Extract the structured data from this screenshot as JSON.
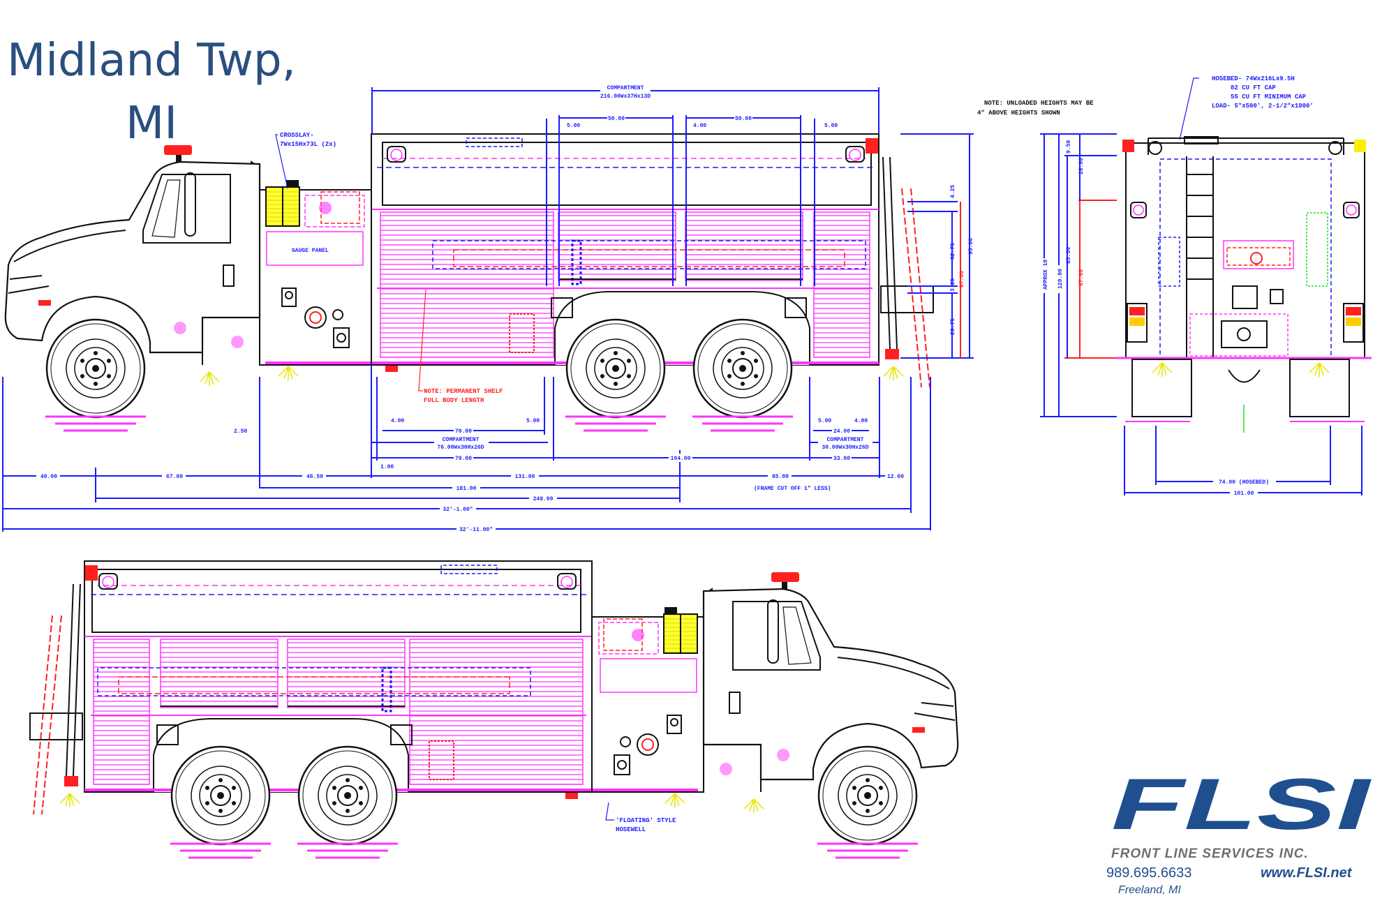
{
  "title": {
    "line1": "Midland Twp,",
    "line2": "MI"
  },
  "colors": {
    "dimension": "#1a1aff",
    "shelf": "#ff33ff",
    "note_red": "#ff2020",
    "title": "#2a4e7f",
    "logo_blue": "#1f4f8f",
    "logo_gray": "#6d6e70"
  },
  "side_view": {
    "top_compartment": {
      "label": "COMPARTMENT",
      "size": "216.00Wx37Hx13D"
    },
    "top_dims": [
      "50.00",
      "50.00",
      "5.00",
      "4.00",
      "5.00"
    ],
    "crosslay": {
      "line1": "CROSSLAY-",
      "line2": "7Wx15Hx73L (2x)"
    },
    "gauge_panel": "GAUGE PANEL",
    "shelf_note": {
      "line1": "NOTE: PERMANENT SHELF",
      "line2": "FULL BODY LENGTH"
    },
    "height_dims": {
      "d1": "4.25",
      "d2": "32.75",
      "d3": "3.25",
      "d4": "26.75",
      "red": "67.00",
      "overall": "95.00"
    },
    "height_note": {
      "line1": "NOTE: UNLOADED HEIGHTS MAY BE",
      "line2": "4\" ABOVE HEIGHTS SHOWN"
    },
    "lower_dims": {
      "d2_50": "2.50",
      "d4_00a": "4.00",
      "d5_00a": "5.00",
      "d70": "70.00",
      "comp1_label": "COMPARTMENT",
      "comp1_size": "76.00Wx30Hx26D",
      "d79": "79.00",
      "d104": "104.00",
      "d33": "33.00",
      "d5_00b": "5.00",
      "d4_00b": "4.00",
      "d24": "24.00",
      "comp2_label": "COMPARTMENT",
      "comp2_size": "30.00Wx30Hx26D",
      "d1_00": "1.00"
    },
    "overall_dims": {
      "d40": "40.00",
      "d67": "67.00",
      "d46_5": "46.50",
      "d131": "131.00",
      "d85": "85.00",
      "d12": "12.00",
      "d181": "181.00",
      "d248": "248.00",
      "len1": "32'-1.00\"",
      "len2": "32'-11.00\"",
      "frame_note": "(FRAME CUT OFF 1\" LESS)"
    }
  },
  "rear_view": {
    "hosebed": {
      "line1": "HOSEBED- 74Wx216Lx9.5H",
      "line2": "82 CU FT CAP",
      "line3": "55 CU FT MINIMUM CAP",
      "line4": "LOAD- 5\"x500', 2-1/2\"x1000'"
    },
    "dims": {
      "approx": "APPROX 10'",
      "d120": "120.00",
      "d85_5": "85.50",
      "d9_5": "9.50",
      "d28": "28.00",
      "red": "67.00",
      "hosebed_w": "74.00 (HOSEBED)",
      "overall_w": "101.00"
    }
  },
  "officer_side": {
    "hosewell": {
      "line1": "'FLOATING' STYLE",
      "line2": "HOSEWELL"
    }
  },
  "logo": {
    "mark": "FLSI",
    "company": "FRONT LINE SERVICES INC.",
    "phone": "989.695.6633",
    "website": "www.FLSI.net",
    "location": "Freeland, MI"
  }
}
